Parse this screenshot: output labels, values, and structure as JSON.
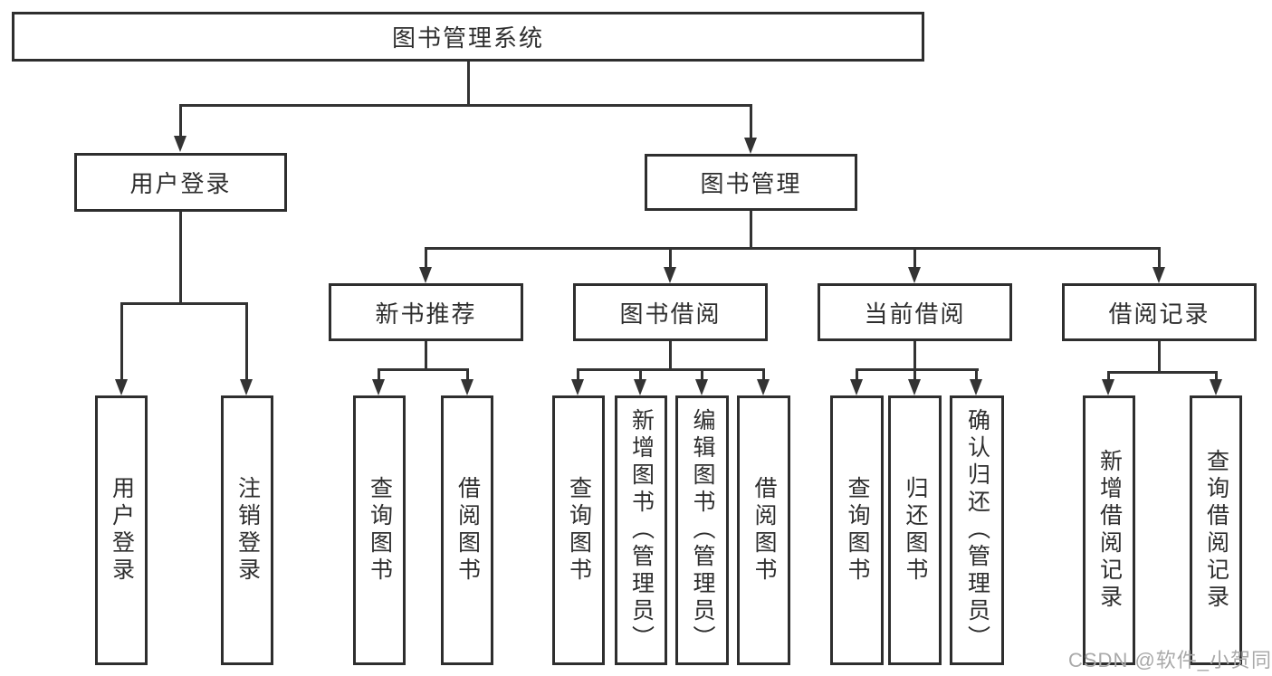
{
  "tree": {
    "label": "图书管理系统",
    "children": [
      {
        "label": "用户登录",
        "children": [
          {
            "label": "用户登录"
          },
          {
            "label": "注销登录"
          }
        ]
      },
      {
        "label": "图书管理",
        "children": [
          {
            "label": "新书推荐",
            "children": [
              {
                "label": "查询图书"
              },
              {
                "label": "借阅图书"
              }
            ]
          },
          {
            "label": "图书借阅",
            "children": [
              {
                "label": "查询图书"
              },
              {
                "label": "新增图书（管理员）"
              },
              {
                "label": "编辑图书（管理员）"
              },
              {
                "label": "借阅图书"
              }
            ]
          },
          {
            "label": "当前借阅",
            "children": [
              {
                "label": "查询图书"
              },
              {
                "label": "归还图书"
              },
              {
                "label": "确认归还（管理员）"
              }
            ]
          },
          {
            "label": "借阅记录",
            "children": [
              {
                "label": "新增借阅记录"
              },
              {
                "label": "查询借阅记录"
              }
            ]
          }
        ]
      }
    ]
  },
  "watermark": "CSDN @软件_小贺同学",
  "colors": {
    "line": "#333333",
    "box_border": "#2e2e2e",
    "text": "#2e2e2e",
    "watermark": "#a9a9a9",
    "background": "#ffffff"
  }
}
